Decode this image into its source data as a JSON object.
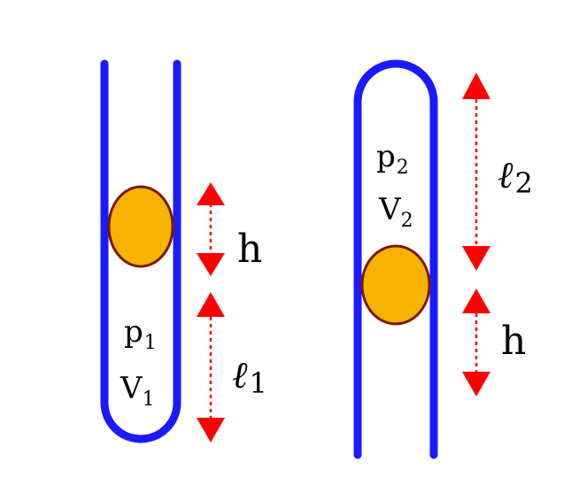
{
  "colors": {
    "tube": "#1a1aff",
    "bead_fill": "#f6b400",
    "bead_stroke": "#7a1a00",
    "arrow": "#ff0000"
  },
  "left_tube": {
    "pressure": "p",
    "pressure_sub": "1",
    "volume": "V",
    "volume_sub": "1",
    "h_label": "h",
    "length": "ℓ",
    "length_sub": "1"
  },
  "right_tube": {
    "pressure": "p",
    "pressure_sub": "2",
    "volume": "V",
    "volume_sub": "2",
    "h_label": "h",
    "length": "ℓ",
    "length_sub": "2"
  }
}
